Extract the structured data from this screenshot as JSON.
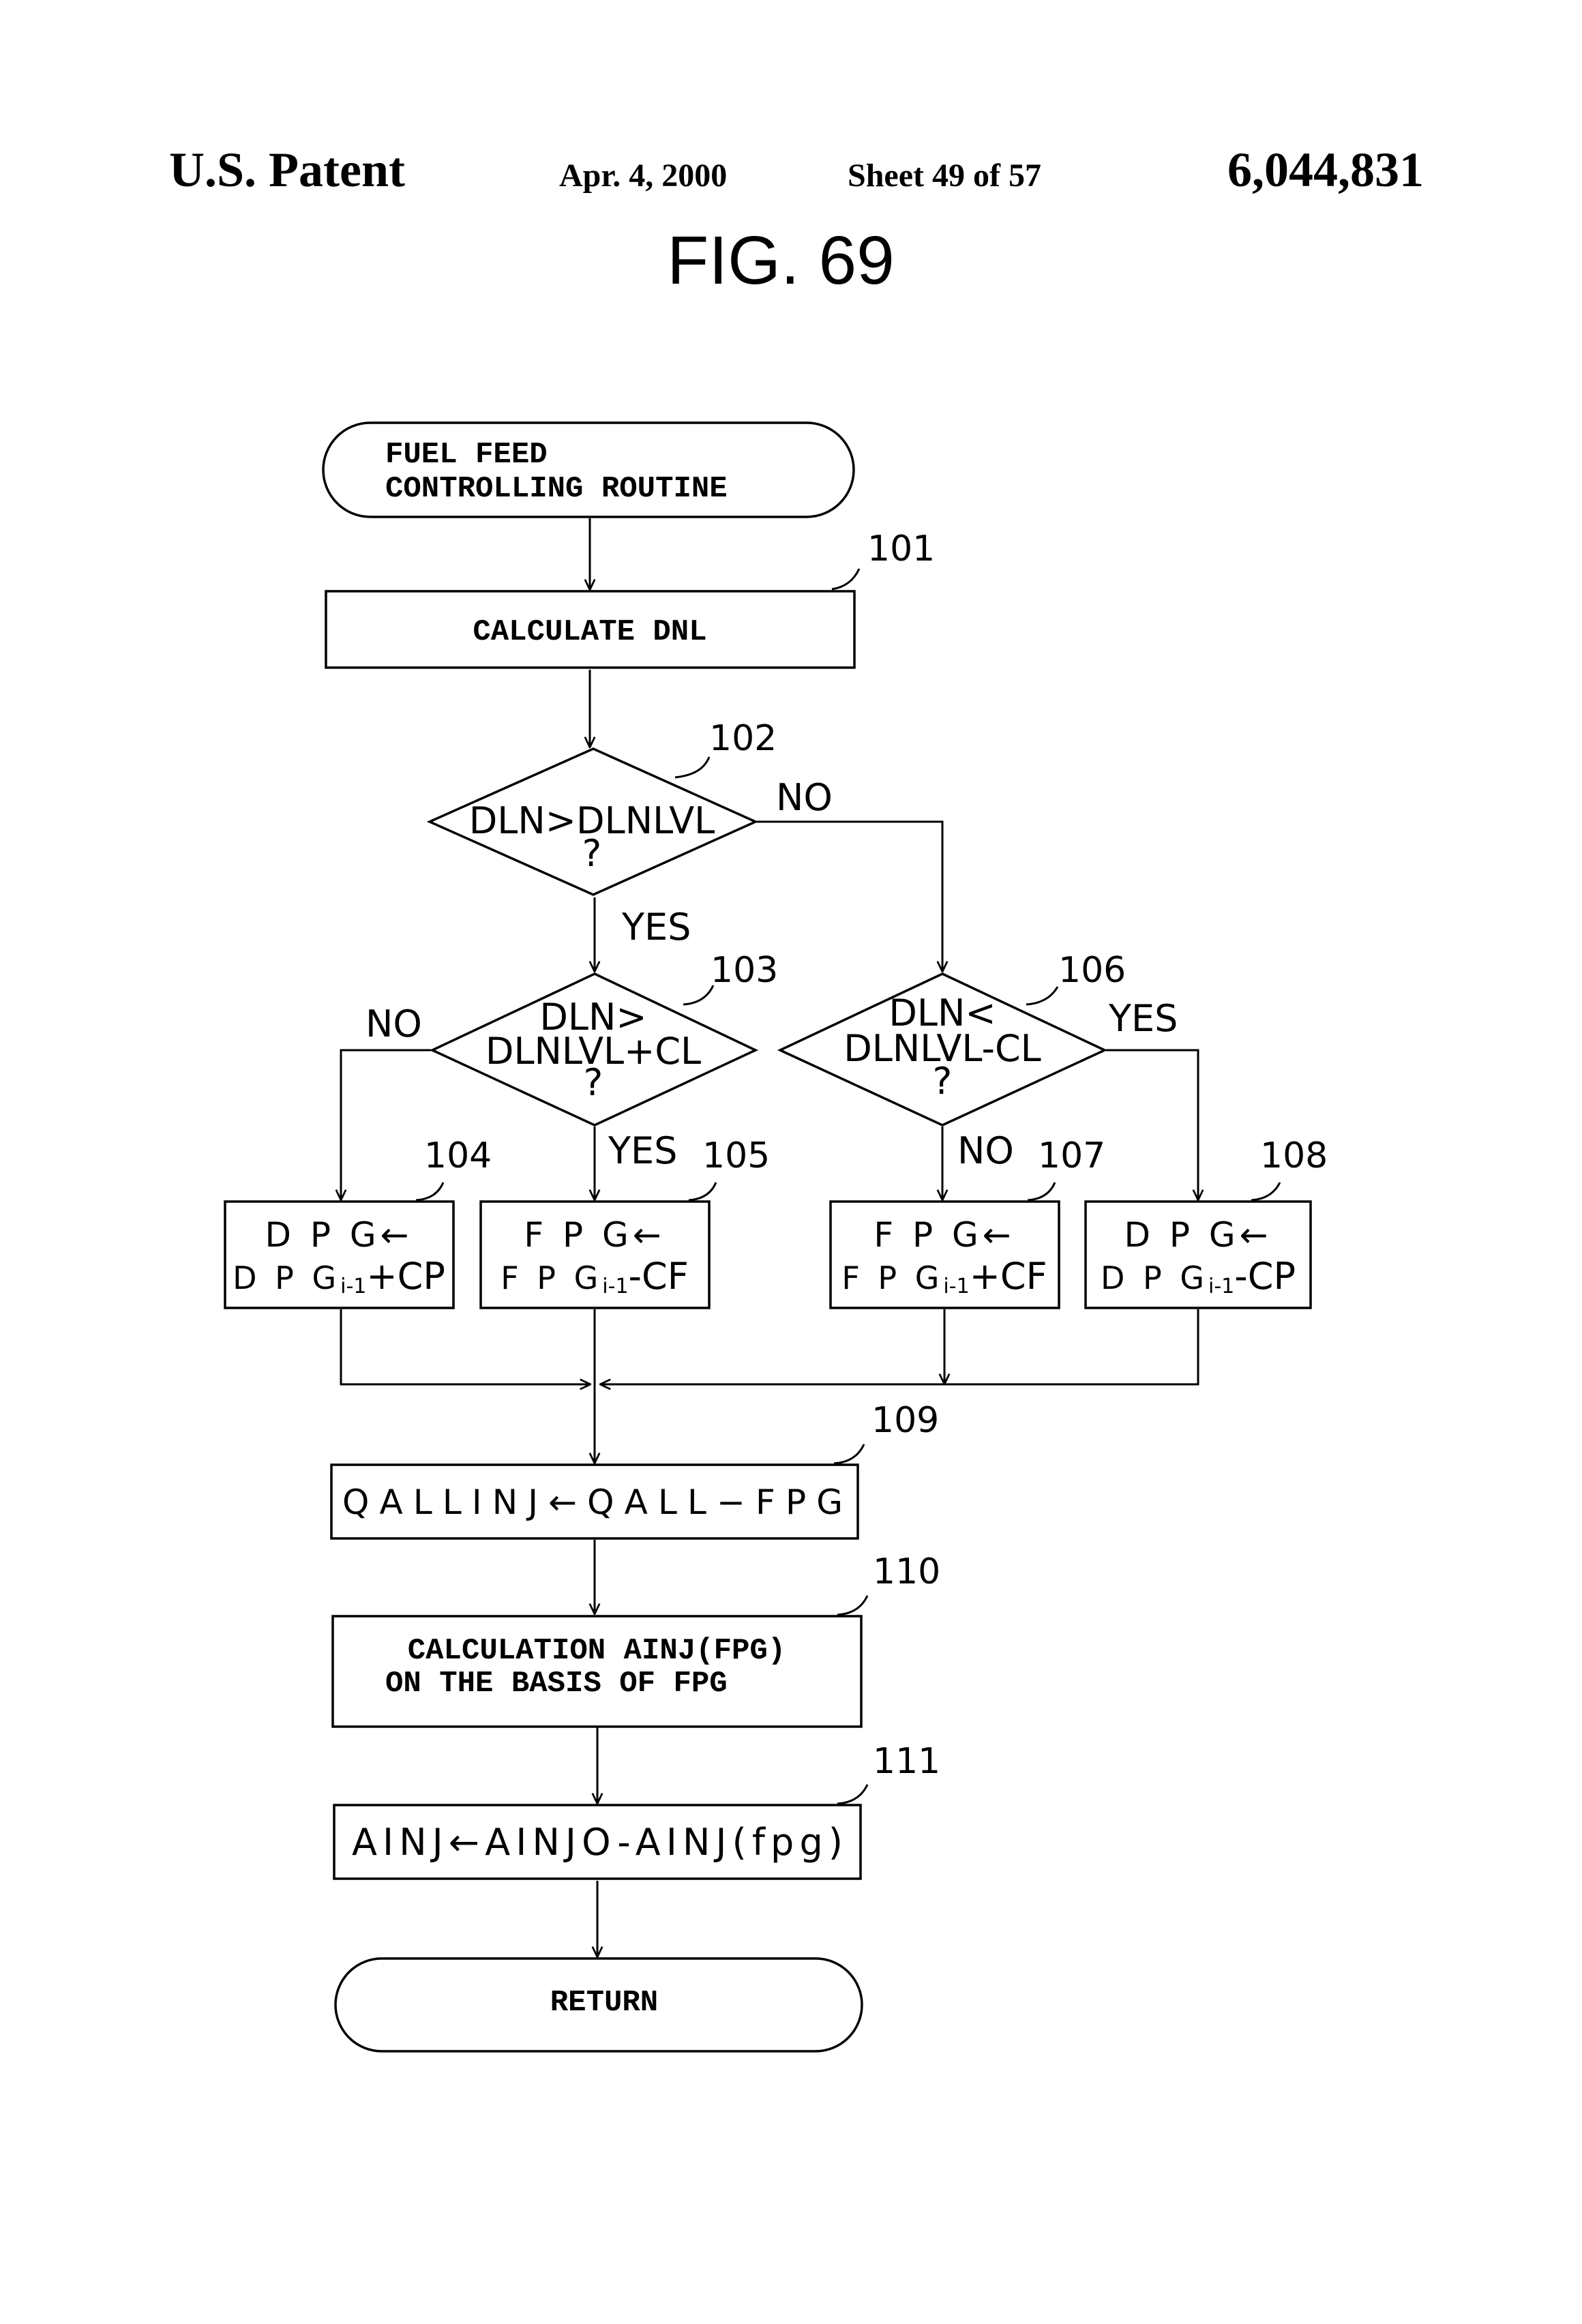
{
  "header": {
    "left": "U.S. Patent",
    "date": "Apr. 4, 2000",
    "sheet": "Sheet 49 of 57",
    "patent_number": "6,044,831"
  },
  "figure": {
    "title": "FIG. 69"
  },
  "nodes": {
    "start": {
      "line1": "FUEL FEED",
      "line2": "CONTROLLING ROUTINE"
    },
    "s101": {
      "ref": "101",
      "text": "CALCULATE DNL"
    },
    "d102": {
      "ref": "102",
      "line1": "DLN>DLNLVL",
      "line2": "?"
    },
    "d103": {
      "ref": "103",
      "line1": "DLN>",
      "line2": "DLNLVL+CL",
      "line3": "?"
    },
    "d106": {
      "ref": "106",
      "line1": "DLN<",
      "line2": "DLNLVL-CL",
      "line3": "?"
    },
    "s104": {
      "ref": "104",
      "line1": "D P G←",
      "line2_main": "D P G",
      "line2_sub": "i-1",
      "line2_tail": "+CP"
    },
    "s105": {
      "ref": "105",
      "line1": "F P G←",
      "line2_main": "F P G",
      "line2_sub": "i-1",
      "line2_tail": "-CF"
    },
    "s107": {
      "ref": "107",
      "line1": "F P G←",
      "line2_main": "F P G",
      "line2_sub": "i-1",
      "line2_tail": "+CF"
    },
    "s108": {
      "ref": "108",
      "line1": "D P G←",
      "line2_main": "D P G",
      "line2_sub": "i-1",
      "line2_tail": "-CP"
    },
    "s109": {
      "ref": "109",
      "text": "QALLINJ←QALL−FPG"
    },
    "s110": {
      "ref": "110",
      "line1": "CALCULATION AINJ(FPG)",
      "line2": "ON THE BASIS OF FPG"
    },
    "s111": {
      "ref": "111",
      "text": "AINJ←AINJO-AINJ(fpg)"
    },
    "end": {
      "text": "RETURN"
    }
  },
  "branches": {
    "d102_no": "NO",
    "d102_yes": "YES",
    "d103_no": "NO",
    "d103_yes": "YES",
    "d106_yes": "YES",
    "d106_no": "NO"
  }
}
